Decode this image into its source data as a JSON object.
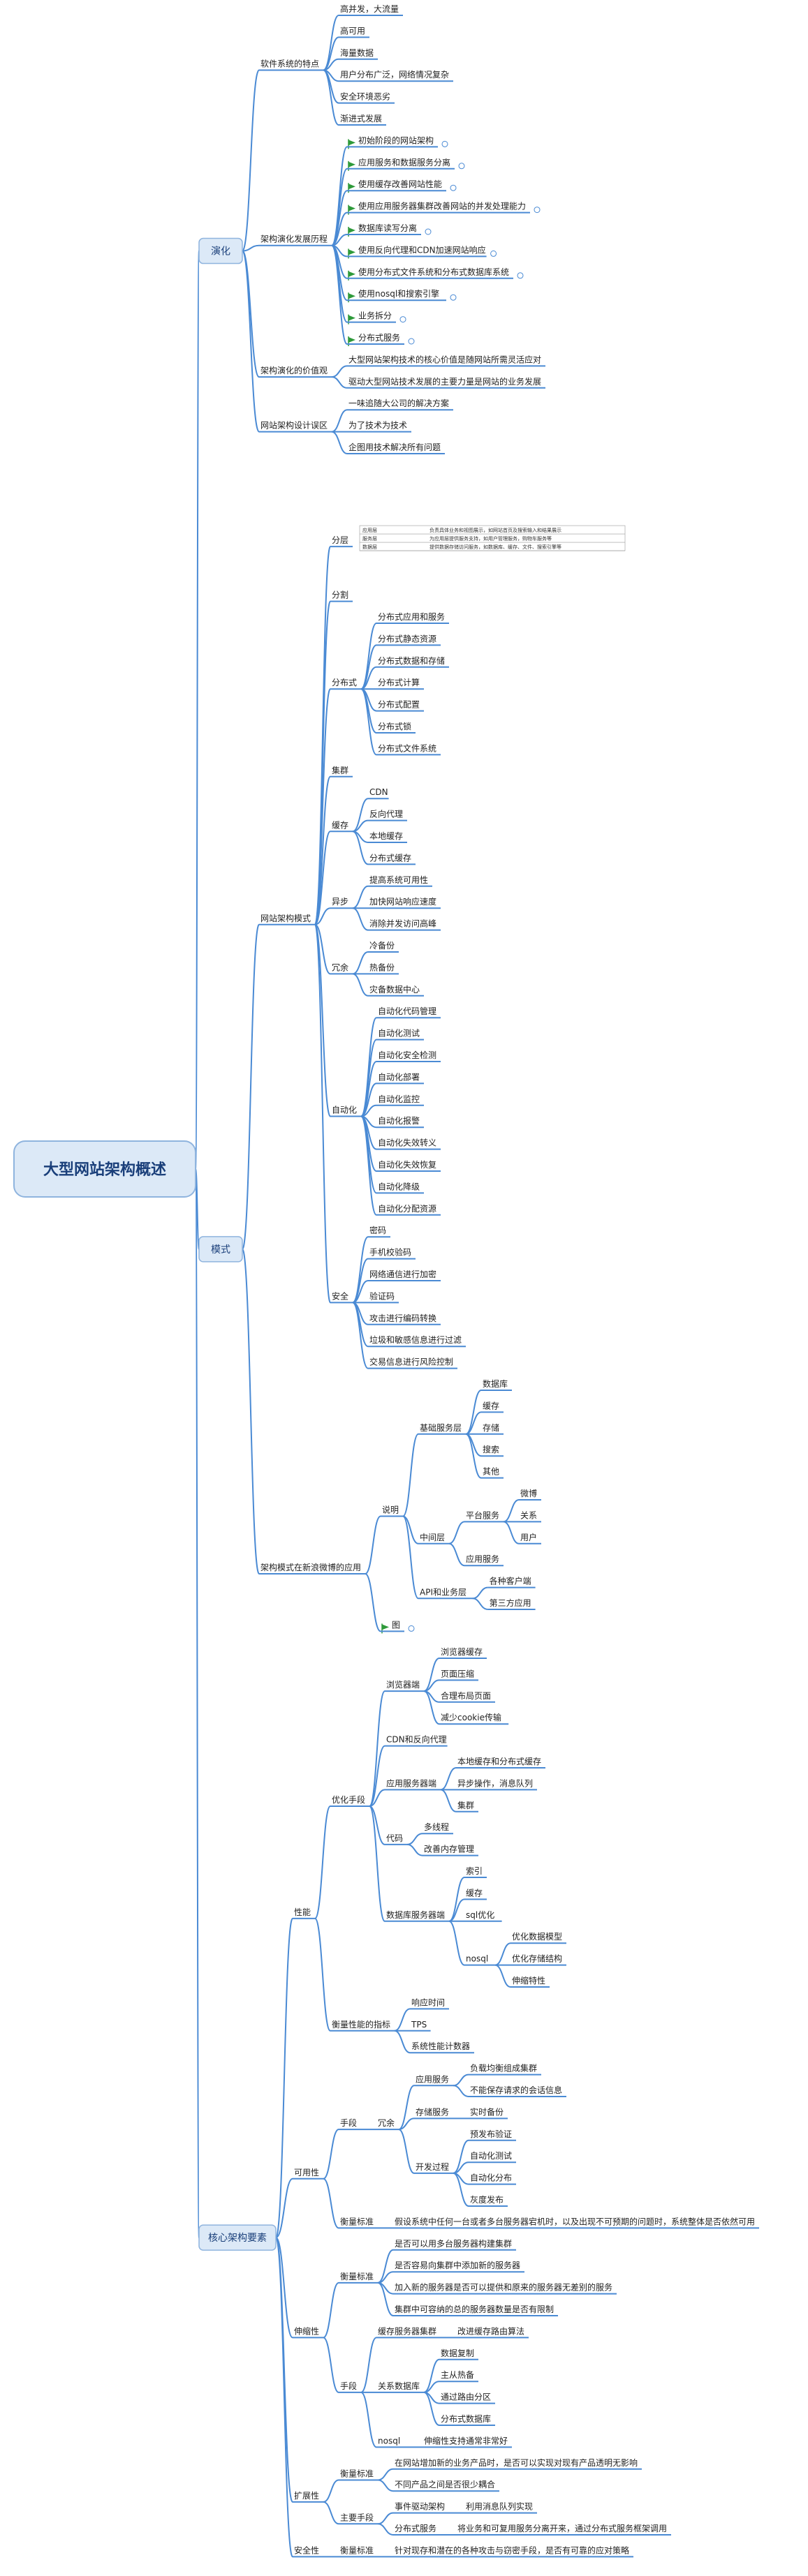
{
  "mindmap": {
    "root": "大型网站架构概述",
    "children": [
      {
        "label": "演化",
        "children": [
          {
            "label": "软件系统的特点",
            "children": [
              {
                "label": "高并发，大流量"
              },
              {
                "label": "高可用"
              },
              {
                "label": "海量数据"
              },
              {
                "label": "用户分布广泛，网络情况复杂"
              },
              {
                "label": "安全环境恶劣"
              },
              {
                "label": "渐进式发展"
              }
            ]
          },
          {
            "label": "架构演化发展历程",
            "children": [
              {
                "label": "初始阶段的网站架构",
                "flag": true,
                "expand": true
              },
              {
                "label": "应用服务和数据服务分离",
                "flag": true,
                "expand": true
              },
              {
                "label": "使用缓存改善网站性能",
                "flag": true,
                "expand": true
              },
              {
                "label": "使用应用服务器集群改善网站的并发处理能力",
                "flag": true,
                "expand": true
              },
              {
                "label": "数据库读写分离",
                "flag": true,
                "expand": true
              },
              {
                "label": "使用反向代理和CDN加速网站响应",
                "flag": true,
                "expand": true
              },
              {
                "label": "使用分布式文件系统和分布式数据库系统",
                "flag": true,
                "expand": true
              },
              {
                "label": "使用nosql和搜索引擎",
                "flag": true,
                "expand": true
              },
              {
                "label": "业务拆分",
                "flag": true,
                "expand": true
              },
              {
                "label": "分布式服务",
                "flag": true,
                "expand": true
              }
            ]
          },
          {
            "label": "架构演化的价值观",
            "children": [
              {
                "label": "大型网站架构技术的核心价值是随网站所需灵活应对"
              },
              {
                "label": "驱动大型网站技术发展的主要力量是网站的业务发展"
              }
            ]
          },
          {
            "label": "网站架构设计误区",
            "children": [
              {
                "label": "一味追随大公司的解决方案"
              },
              {
                "label": "为了技术为技术"
              },
              {
                "label": "企图用技术解决所有问题"
              }
            ]
          }
        ]
      },
      {
        "label": "模式",
        "children": [
          {
            "label": "网站架构模式",
            "children": [
              {
                "label": "分层",
                "table": true
              },
              {
                "label": "分割"
              },
              {
                "label": "分布式",
                "children": [
                  {
                    "label": "分布式应用和服务"
                  },
                  {
                    "label": "分布式静态资源"
                  },
                  {
                    "label": "分布式数据和存储"
                  },
                  {
                    "label": "分布式计算"
                  },
                  {
                    "label": "分布式配置"
                  },
                  {
                    "label": "分布式锁"
                  },
                  {
                    "label": "分布式文件系统"
                  }
                ]
              },
              {
                "label": "集群"
              },
              {
                "label": "缓存",
                "children": [
                  {
                    "label": "CDN"
                  },
                  {
                    "label": "反向代理"
                  },
                  {
                    "label": "本地缓存"
                  },
                  {
                    "label": "分布式缓存"
                  }
                ]
              },
              {
                "label": "异步",
                "children": [
                  {
                    "label": "提高系统可用性"
                  },
                  {
                    "label": "加快网站响应速度"
                  },
                  {
                    "label": "消除并发访问高峰"
                  }
                ]
              },
              {
                "label": "冗余",
                "children": [
                  {
                    "label": "冷备份"
                  },
                  {
                    "label": "热备份"
                  },
                  {
                    "label": "灾备数据中心"
                  }
                ]
              },
              {
                "label": "自动化",
                "children": [
                  {
                    "label": "自动化代码管理"
                  },
                  {
                    "label": "自动化测试"
                  },
                  {
                    "label": "自动化安全检测"
                  },
                  {
                    "label": "自动化部署"
                  },
                  {
                    "label": "自动化监控"
                  },
                  {
                    "label": "自动化报警"
                  },
                  {
                    "label": "自动化失效转义"
                  },
                  {
                    "label": "自动化失效恢复"
                  },
                  {
                    "label": "自动化降级"
                  },
                  {
                    "label": "自动化分配资源"
                  }
                ]
              },
              {
                "label": "安全",
                "children": [
                  {
                    "label": "密码"
                  },
                  {
                    "label": "手机校验码"
                  },
                  {
                    "label": "网络通信进行加密"
                  },
                  {
                    "label": "验证码"
                  },
                  {
                    "label": "攻击进行编码转换"
                  },
                  {
                    "label": "垃圾和敏感信息进行过滤"
                  },
                  {
                    "label": "交易信息进行风险控制"
                  }
                ]
              }
            ]
          },
          {
            "label": "架构模式在新浪微博的应用",
            "children": [
              {
                "label": "说明",
                "children": [
                  {
                    "label": "基础服务层",
                    "children": [
                      {
                        "label": "数据库"
                      },
                      {
                        "label": "缓存"
                      },
                      {
                        "label": "存储"
                      },
                      {
                        "label": "搜索"
                      },
                      {
                        "label": "其他"
                      }
                    ]
                  },
                  {
                    "label": "中间层",
                    "children": [
                      {
                        "label": "平台服务",
                        "children": [
                          {
                            "label": "微博"
                          },
                          {
                            "label": "关系"
                          },
                          {
                            "label": "用户"
                          }
                        ]
                      },
                      {
                        "label": "应用服务"
                      }
                    ]
                  },
                  {
                    "label": "API和业务层",
                    "children": [
                      {
                        "label": "各种客户端"
                      },
                      {
                        "label": "第三方应用"
                      }
                    ]
                  }
                ]
              },
              {
                "label": "图",
                "flag": true,
                "expand": true
              }
            ]
          }
        ]
      },
      {
        "label": "核心架构要素",
        "children": [
          {
            "label": "性能",
            "children": [
              {
                "label": "优化手段",
                "children": [
                  {
                    "label": "浏览器端",
                    "children": [
                      {
                        "label": "浏览器缓存"
                      },
                      {
                        "label": "页面压缩"
                      },
                      {
                        "label": "合理布局页面"
                      },
                      {
                        "label": "减少cookie传输"
                      }
                    ]
                  },
                  {
                    "label": "CDN和反向代理"
                  },
                  {
                    "label": "应用服务器端",
                    "children": [
                      {
                        "label": "本地缓存和分布式缓存"
                      },
                      {
                        "label": "异步操作，消息队列"
                      },
                      {
                        "label": "集群"
                      }
                    ]
                  },
                  {
                    "label": "代码",
                    "children": [
                      {
                        "label": "多线程"
                      },
                      {
                        "label": "改善内存管理"
                      }
                    ]
                  },
                  {
                    "label": "数据库服务器端",
                    "children": [
                      {
                        "label": "索引"
                      },
                      {
                        "label": "缓存"
                      },
                      {
                        "label": "sql优化"
                      },
                      {
                        "label": "nosql",
                        "children": [
                          {
                            "label": "优化数据模型"
                          },
                          {
                            "label": "优化存储结构"
                          },
                          {
                            "label": "伸缩特性"
                          }
                        ]
                      }
                    ]
                  }
                ]
              },
              {
                "label": "衡量性能的指标",
                "children": [
                  {
                    "label": "响应时间"
                  },
                  {
                    "label": "TPS"
                  },
                  {
                    "label": "系统性能计数器"
                  }
                ]
              }
            ]
          },
          {
            "label": "可用性",
            "children": [
              {
                "label": "手段",
                "children": [
                  {
                    "label": "冗余",
                    "children": [
                      {
                        "label": "应用服务",
                        "children": [
                          {
                            "label": "负载均衡组成集群"
                          },
                          {
                            "label": "不能保存请求的会话信息"
                          }
                        ]
                      },
                      {
                        "label": "存储服务",
                        "children": [
                          {
                            "label": "实时备份"
                          }
                        ]
                      },
                      {
                        "label": "开发过程",
                        "children": [
                          {
                            "label": "预发布验证"
                          },
                          {
                            "label": "自动化测试"
                          },
                          {
                            "label": "自动化分布"
                          },
                          {
                            "label": "灰度发布"
                          }
                        ]
                      }
                    ]
                  }
                ]
              },
              {
                "label": "衡量标准",
                "children": [
                  {
                    "label": "假设系统中任何一台或者多台服务器宕机时，以及出现不可预期的问题时，系统整体是否依然可用"
                  }
                ]
              }
            ]
          },
          {
            "label": "伸缩性",
            "children": [
              {
                "label": "衡量标准",
                "children": [
                  {
                    "label": "是否可以用多台服务器构建集群"
                  },
                  {
                    "label": "是否容易向集群中添加新的服务器"
                  },
                  {
                    "label": "加入新的服务器是否可以提供和原来的服务器无差别的服务"
                  },
                  {
                    "label": "集群中可容纳的总的服务器数量是否有限制"
                  }
                ]
              },
              {
                "label": "手段",
                "children": [
                  {
                    "label": "缓存服务器集群",
                    "children": [
                      {
                        "label": "改进缓存路由算法"
                      }
                    ]
                  },
                  {
                    "label": "关系数据库",
                    "children": [
                      {
                        "label": "数据复制"
                      },
                      {
                        "label": "主从热备"
                      },
                      {
                        "label": "通过路由分区"
                      },
                      {
                        "label": "分布式数据库"
                      }
                    ]
                  },
                  {
                    "label": "nosql",
                    "children": [
                      {
                        "label": "伸缩性支持通常非常好"
                      }
                    ]
                  }
                ]
              }
            ]
          },
          {
            "label": "扩展性",
            "children": [
              {
                "label": "衡量标准",
                "children": [
                  {
                    "label": "在网站增加新的业务产品时，是否可以实现对现有产品透明无影响"
                  },
                  {
                    "label": "不同产品之间是否很少耦合"
                  }
                ]
              },
              {
                "label": "主要手段",
                "children": [
                  {
                    "label": "事件驱动架构",
                    "children": [
                      {
                        "label": "利用消息队列实现"
                      }
                    ]
                  },
                  {
                    "label": "分布式服务",
                    "children": [
                      {
                        "label": "将业务和可复用服务分离开来，通过分布式服务框架调用"
                      }
                    ]
                  }
                ]
              }
            ]
          },
          {
            "label": "安全性",
            "children": [
              {
                "label": "衡量标准",
                "children": [
                  {
                    "label": "针对现存和潜在的各种攻击与窃密手段，是否有可靠的应对策略"
                  }
                ]
              }
            ]
          }
        ]
      }
    ]
  },
  "layer_table": [
    [
      "应用层",
      "负责具体业务和视图展示，如网站首页及搜索输入和结果展示"
    ],
    [
      "服务层",
      "为应用层提供服务支持，如用户管理服务，购物车服务等"
    ],
    [
      "数据层",
      "提供数据存储访问服务，如数据库、缓存、文件、搜索引擎等"
    ]
  ],
  "colors": {
    "branch": "#4a8ad4",
    "box_fill": "#dce9f7",
    "box_stroke": "#8fb4de",
    "root_text": "#1a3f7a",
    "flag": "#2e9a3a"
  }
}
